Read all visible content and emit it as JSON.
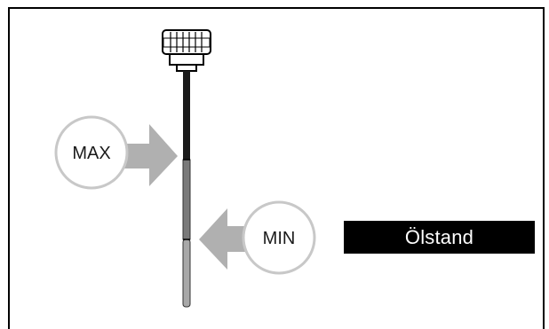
{
  "diagram": {
    "caption": "Ölstand",
    "max_label": "MAX",
    "min_label": "MIN"
  },
  "colors": {
    "frame": "#000000",
    "arrow": "#b0b0b0",
    "bubble_stroke": "#c8c8c8",
    "rod_dark": "#1a1a1a",
    "rod_mid": "#7a7a7a",
    "rod_light": "#a8a8a8",
    "caption_bg": "#000000",
    "caption_text": "#ffffff"
  },
  "icons": [
    "dipstick-icon",
    "cap-icon",
    "arrow-right-icon",
    "arrow-left-icon"
  ]
}
